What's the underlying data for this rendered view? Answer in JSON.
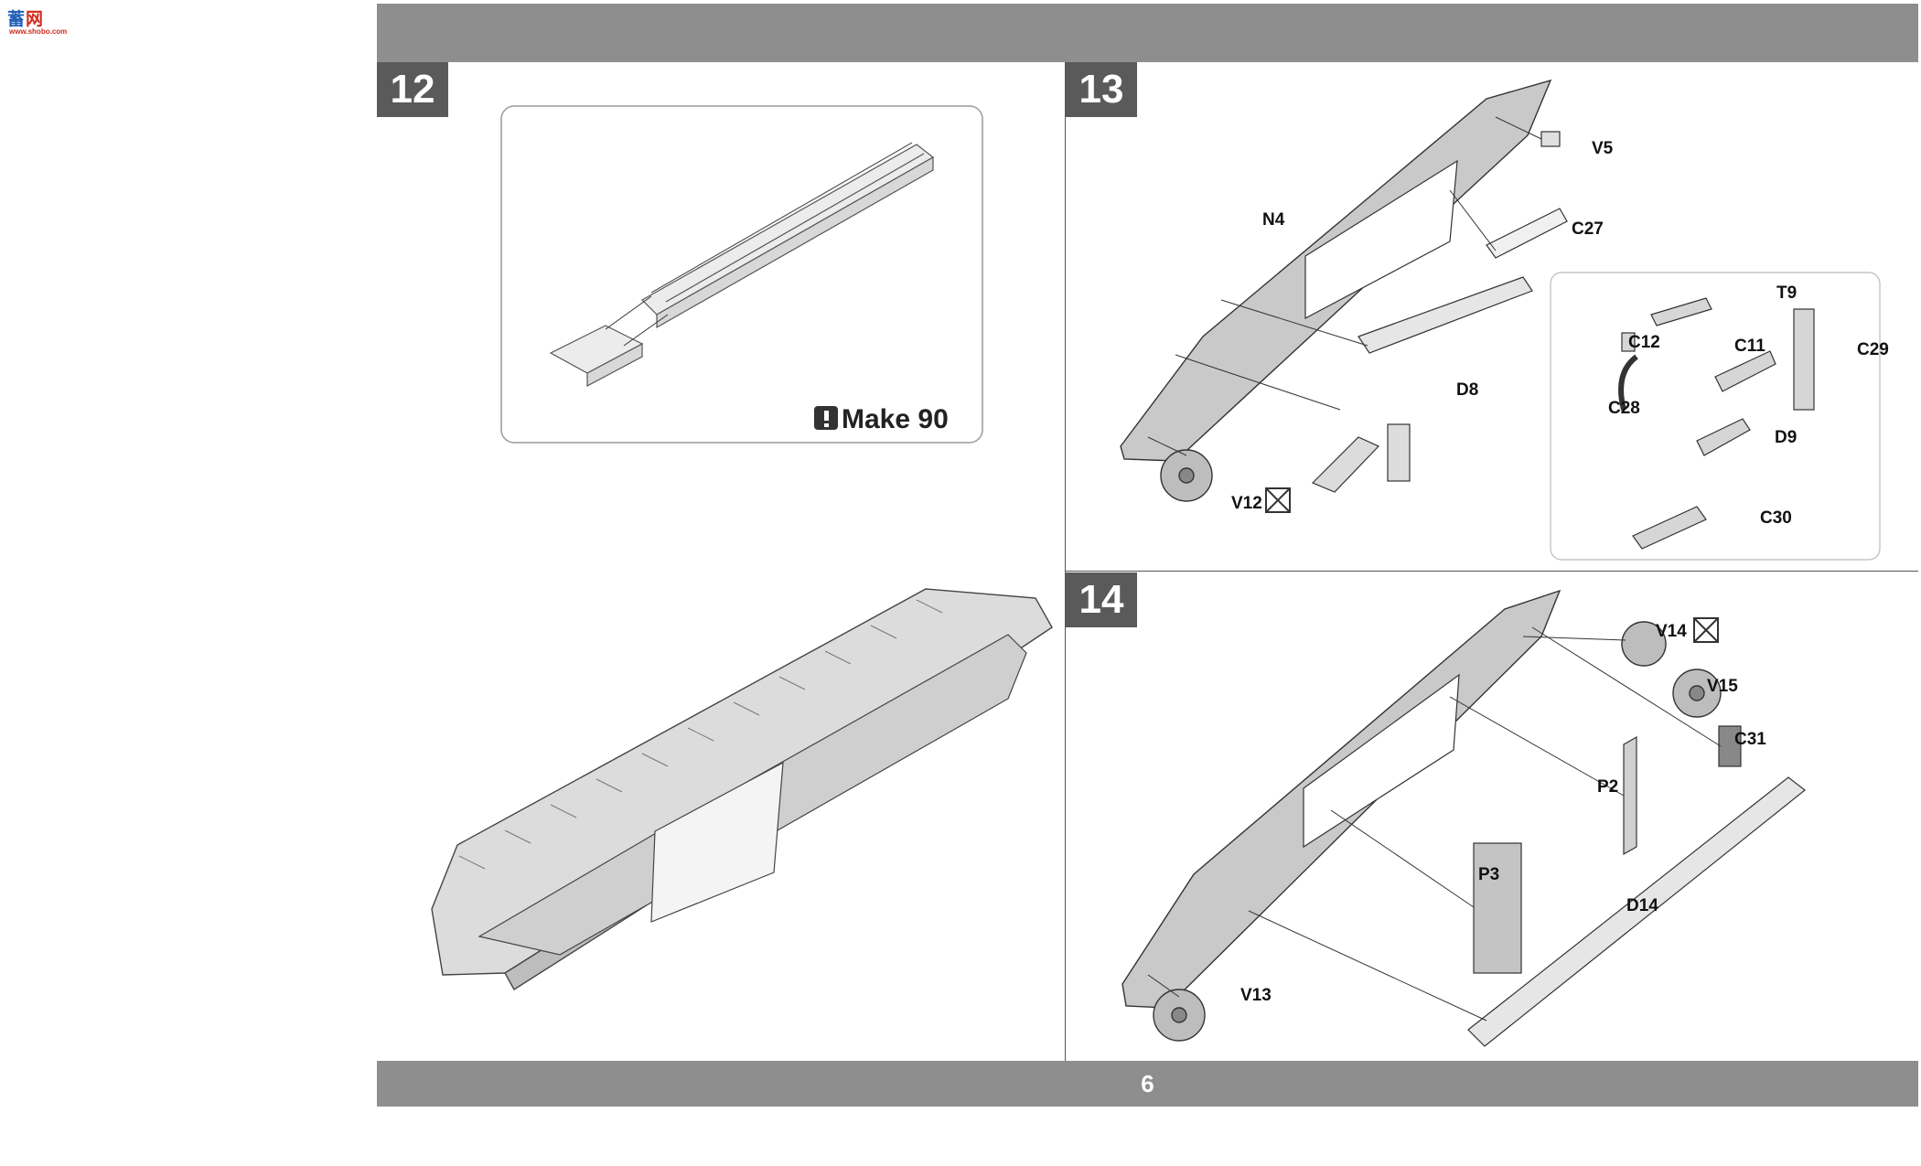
{
  "logo": {
    "glyphs_left": "蓄",
    "glyphs_right": "网",
    "url": "www.shobo.com"
  },
  "page": {
    "number": "6"
  },
  "steps": [
    {
      "id": "12",
      "note": "Make 90"
    },
    {
      "id": "13",
      "parts": [
        "N4",
        "V5",
        "C27",
        "D8",
        "V12"
      ],
      "detail_parts": [
        "T9",
        "C12",
        "C11",
        "C29",
        "C28",
        "D9",
        "C30"
      ]
    },
    {
      "id": "14",
      "parts": [
        "V14",
        "V15",
        "C31",
        "P2",
        "P3",
        "D14",
        "V13"
      ]
    }
  ],
  "colors": {
    "band": "#8e8e8e",
    "badge": "#5a5a5a",
    "panel": "#c9c9c9",
    "line": "#333333"
  }
}
